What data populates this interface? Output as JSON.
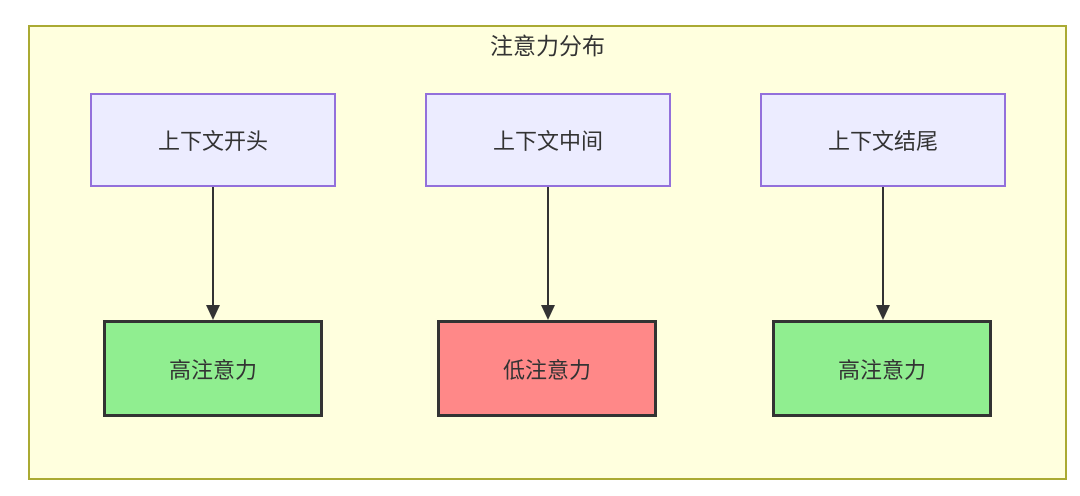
{
  "diagram": {
    "title": "注意力分布",
    "colors": {
      "canvas_bg": "#ffffde",
      "canvas_border": "#aaaa33",
      "source_fill": "#ECECFF",
      "source_border": "#9370DB",
      "high_fill": "#90EE90",
      "low_fill": "#FF8888",
      "target_border": "#333333",
      "arrow": "#333333",
      "text": "#333333"
    },
    "columns": [
      {
        "source": "上下文开头",
        "target": "高注意力",
        "target_type": "high"
      },
      {
        "source": "上下文中间",
        "target": "低注意力",
        "target_type": "low"
      },
      {
        "source": "上下文结尾",
        "target": "高注意力",
        "target_type": "high"
      }
    ]
  }
}
